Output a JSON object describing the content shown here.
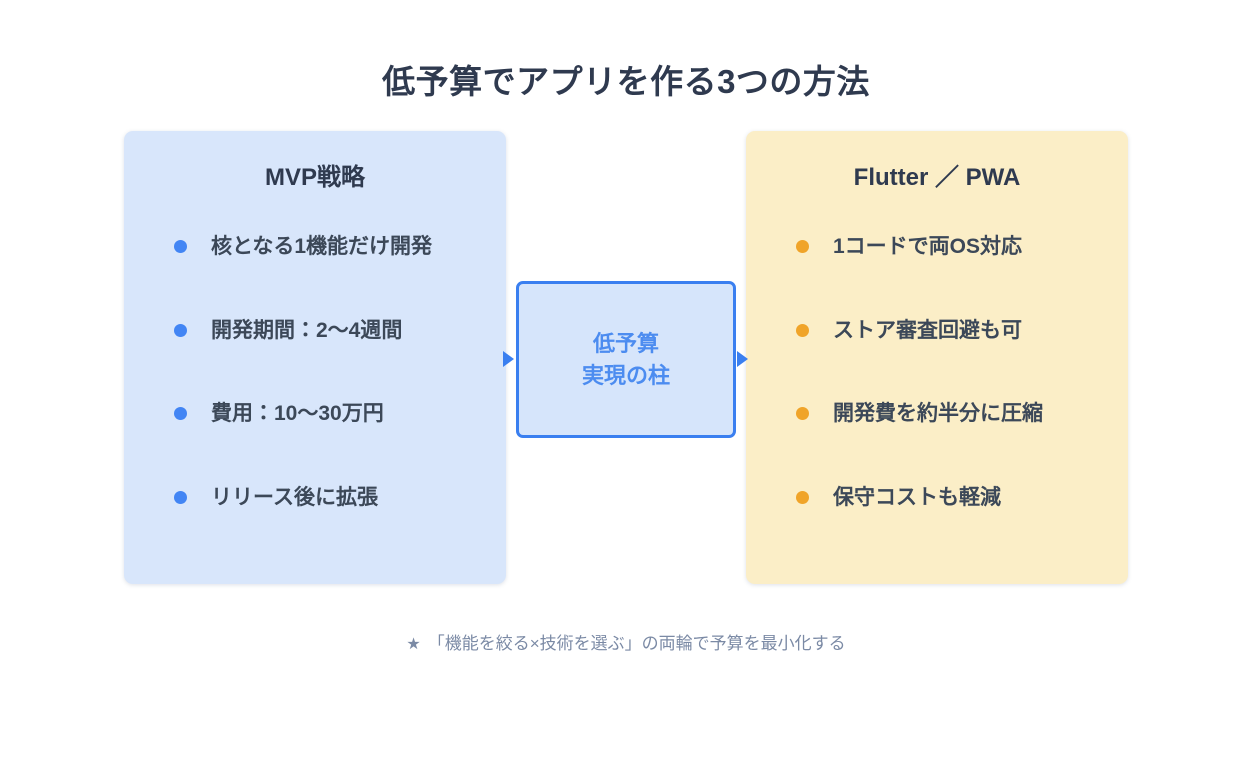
{
  "page": {
    "title": "低予算でアプリを作る3つの方法",
    "background_color": "#ffffff",
    "title_color": "#2f3a4f"
  },
  "panels": {
    "left": {
      "title": "MVP戦略",
      "background_color": "#d8e6fb",
      "bullet_color": "#4285f4",
      "items": [
        "核となる1機能だけ開発",
        "開発期間：2〜4週間",
        "費用：10〜30万円",
        "リリース後に拡張"
      ]
    },
    "right": {
      "title": "Flutter ／ PWA",
      "background_color": "#fbeec7",
      "bullet_color": "#f0a429",
      "items": [
        "1コードで両OS対応",
        "ストア審査回避も可",
        "開発費を約半分に圧縮",
        "保守コストも軽減"
      ]
    }
  },
  "hub": {
    "label": "低予算\n実現の柱",
    "text_color": "#4c8cf0",
    "background_color": "#d6e5fb",
    "border_color": "#3a7ff0"
  },
  "arrows": {
    "left_marker": "triangle-right",
    "right_marker": "triangle-right",
    "color": "#3a7ff0"
  },
  "footer": {
    "star": "★",
    "text": "「機能を絞る×技術を選ぶ」の両輪で予算を最小化する",
    "text_color": "#7b8aa5"
  }
}
